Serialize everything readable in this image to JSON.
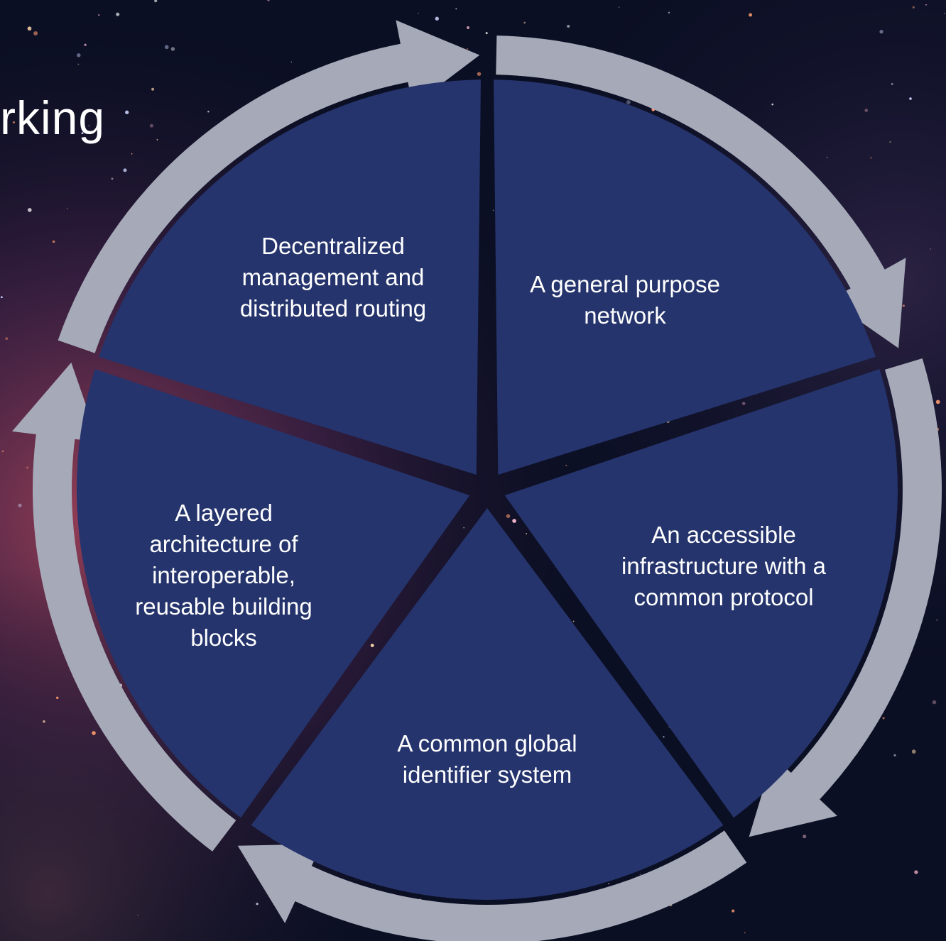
{
  "title_fragment": "rking",
  "colors": {
    "segment_fill": "#25346c",
    "arrow_fill": "#a6aab8",
    "label_text": "#ffffff",
    "background": "#0b0f24"
  },
  "segments": [
    {
      "name": "general-purpose-network",
      "lines": [
        "A general purpose",
        "network"
      ]
    },
    {
      "name": "accessible-infrastructure",
      "lines": [
        "An accessible",
        "infrastructure with a",
        "common protocol"
      ]
    },
    {
      "name": "global-identifier-system",
      "lines": [
        "A common global",
        "identifier system"
      ]
    },
    {
      "name": "layered-architecture",
      "lines": [
        "A layered",
        "architecture of",
        "interoperable,",
        "reusable building",
        "blocks"
      ]
    },
    {
      "name": "decentralized-management",
      "lines": [
        "Decentralized",
        "management and",
        "distributed routing"
      ]
    }
  ]
}
